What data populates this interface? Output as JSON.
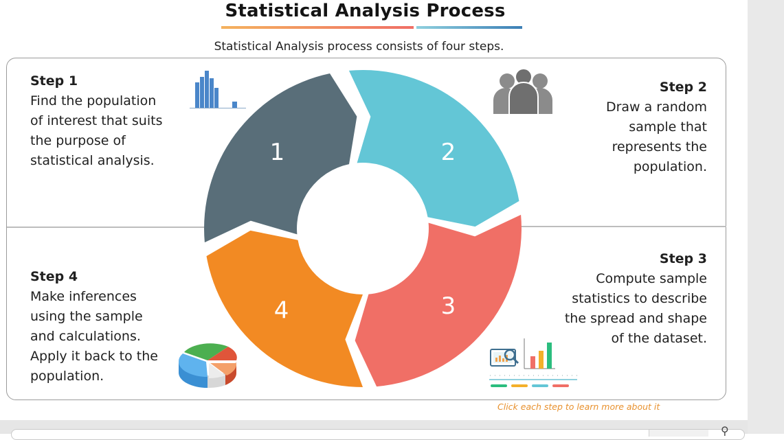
{
  "title": "Statistical Analysis Process",
  "subtitle": "Statistical Analysis process consists of four steps.",
  "hint": "Click each step to learn more about it",
  "colors": {
    "step1": "#596e79",
    "step2": "#63c6d6",
    "step3": "#f06f66",
    "step4": "#f28a23",
    "hint": "#e8912e"
  },
  "steps": [
    {
      "number": "1",
      "heading": "Step 1",
      "lines": [
        "Find the population",
        "of interest that suits",
        "the purpose of",
        "statistical analysis."
      ],
      "icon": "histogram-icon"
    },
    {
      "number": "2",
      "heading": "Step 2",
      "lines": [
        "Draw a random",
        "sample that",
        "represents the",
        "population."
      ],
      "icon": "people-group-icon"
    },
    {
      "number": "3",
      "heading": "Step 3",
      "lines": [
        "Compute sample",
        "statistics to describe",
        "the spread and shape",
        "of the dataset."
      ],
      "icon": "analytics-dashboard-icon"
    },
    {
      "number": "4",
      "heading": "Step 4",
      "lines": [
        "Make inferences",
        "using the sample",
        "and calculations.",
        "Apply it back to the",
        "population."
      ],
      "icon": "pie-chart-3d-icon"
    }
  ]
}
